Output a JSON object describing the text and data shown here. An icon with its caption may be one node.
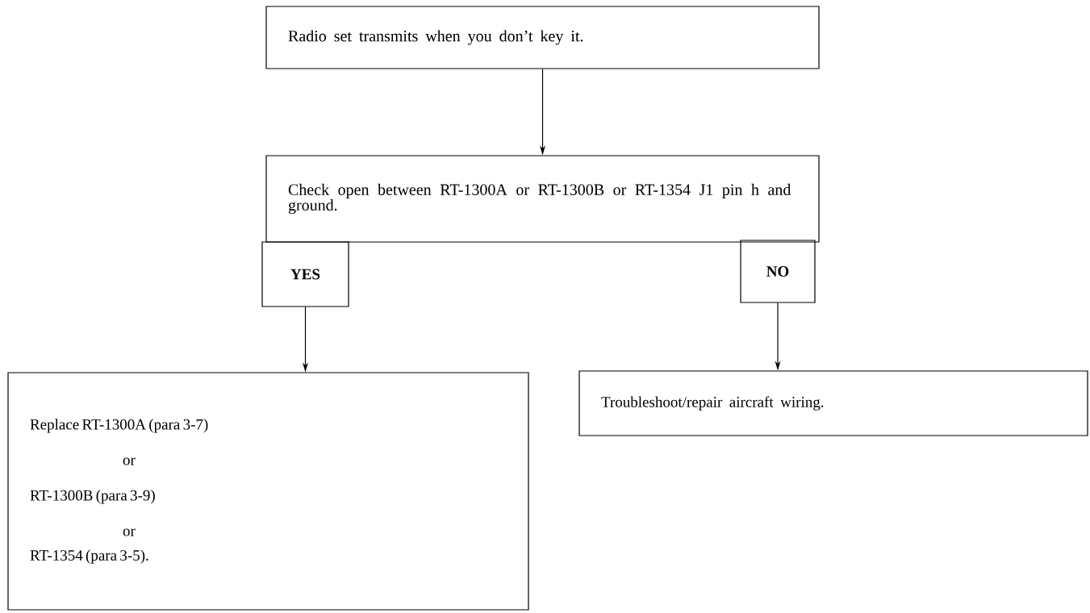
{
  "diagram": {
    "nodes": [
      {
        "text": [
          "Radio set transmits when you don’t key it."
        ]
      },
      {
        "text": [
          "Check open between RT-1300A or RT-1300B or RT-1354 J1 pin h and ground."
        ]
      },
      {
        "text": [
          "YES"
        ]
      },
      {
        "text": [
          "NO"
        ]
      },
      {
        "text": [
          "Replace RT-1300A (para 3-7)",
          "or",
          "RT-1300B (para 3-9)",
          "or",
          "RT-1354 (para 3-5)."
        ]
      },
      {
        "text": [
          "Troubleshoot/repair aircraft wiring."
        ]
      }
    ],
    "edges": [
      {
        "from": 0,
        "to": 1,
        "arrow": "to"
      },
      {
        "from": 2,
        "to": 4,
        "arrow": "to"
      },
      {
        "from": 3,
        "to": 5,
        "arrow": "to"
      }
    ]
  }
}
